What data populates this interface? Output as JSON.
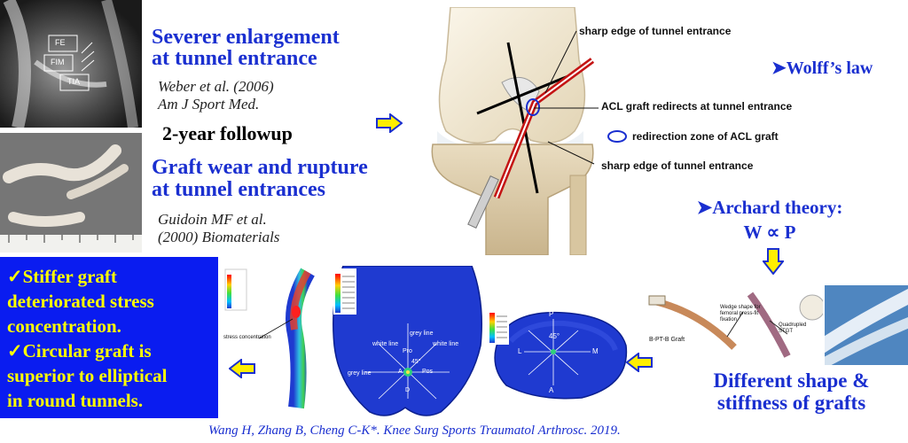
{
  "mri_labels": {
    "fe": "FE",
    "fim": "FIM",
    "tia": "TIA"
  },
  "enlargement": {
    "title_line1": "Severer enlargement",
    "title_line2": "at tunnel entrance",
    "ref_line1": "Weber et al. (2006)",
    "ref_line2": "Am J Sport Med."
  },
  "followup": "2-year followup",
  "wear": {
    "title_line1": "Graft wear and rupture",
    "title_line2": "at tunnel entrances",
    "ref_line1": "Guidoin MF et al.",
    "ref_line2": "(2000) Biomaterials"
  },
  "knee_labels": {
    "sharp_edge_top": "sharp edge of tunnel entrance",
    "redirect": "ACL graft redirects at tunnel entrance",
    "zone": "redirection zone of ACL graft",
    "sharp_edge_bottom": "sharp edge of tunnel entrance"
  },
  "wolff": "➤Wolff’s law",
  "archard": {
    "line1": "➤Archard theory:",
    "line2": "W ∝ P"
  },
  "graft_panel": {
    "bptb": "B-PT-B Graft",
    "wedge": "Wedge shape for femoral press-fit fixation",
    "stgt": "Quadrupled STGT"
  },
  "different_shape": {
    "line1": "Different shape &",
    "line2": "stiffness of grafts"
  },
  "stress_concentration": "stress concentration",
  "fea_left": {
    "grey_top": "grey line",
    "white_left": "white line",
    "white_right": "white line",
    "grey_left": "grey line",
    "pro": "Pro",
    "angle": "45°",
    "ant": "A",
    "pos": "Pos",
    "dist": "D"
  },
  "fea_right": {
    "p": "P",
    "angle": "45°",
    "l": "L",
    "m": "M",
    "a": "A"
  },
  "conclusion": {
    "line1": "✓Stiffer graft",
    "line2": "deteriorated stress",
    "line3": "concentration.",
    "line4": "✓Circular graft is",
    "line5": "superior to elliptical",
    "line6": "in round tunnels."
  },
  "citation": "Wang H, Zhang B, Cheng C-K*. Knee Surg Sports Traumatol Arthrosc. 2019.",
  "colors": {
    "blue": "#1a2fd0",
    "conclusion_bg": "#0a1cf0",
    "conclusion_text": "#ffff00",
    "arrow_yellow": "#ffee00"
  }
}
